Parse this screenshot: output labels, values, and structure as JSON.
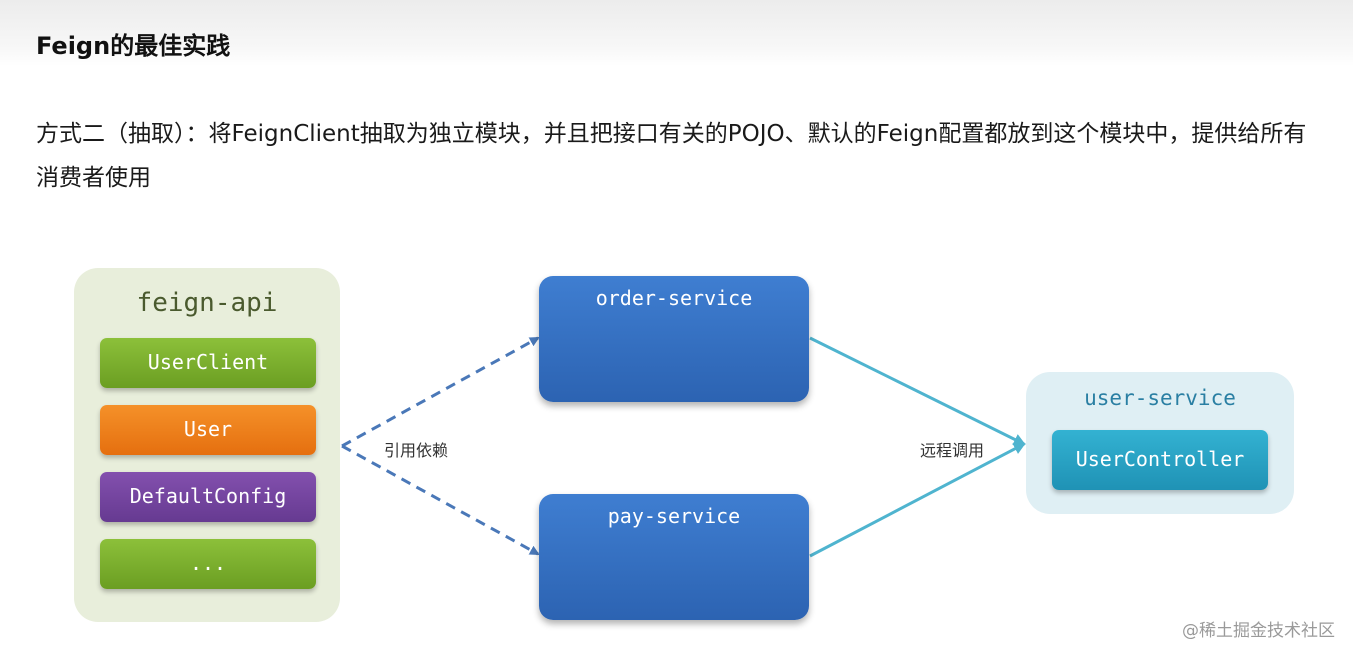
{
  "header": {
    "title": "Feign的最佳实践"
  },
  "description": {
    "text": "方式二（抽取）：将FeignClient抽取为独立模块，并且把接口有关的POJO、默认的Feign配置都放到这个模块中，提供给所有消费者使用"
  },
  "diagram": {
    "feign_api": {
      "title": "feign-api",
      "items": [
        {
          "label": "UserClient",
          "color": "#7bb02e"
        },
        {
          "label": "User",
          "color": "#ee7d1c"
        },
        {
          "label": "DefaultConfig",
          "color": "#7446a0"
        },
        {
          "label": "...",
          "color": "#7bb02e"
        }
      ]
    },
    "services": [
      {
        "label": "order-service"
      },
      {
        "label": "pay-service"
      }
    ],
    "user_service": {
      "title": "user-service",
      "controller": "UserController"
    },
    "edges": {
      "dependency_label": "引用依赖",
      "remote_call_label": "远程调用"
    },
    "colors": {
      "service_blue": "#3570c2",
      "dashed_arrow": "#4a78b8",
      "solid_arrow": "#4fb4cf"
    }
  },
  "watermark": {
    "text": "@稀土掘金技术社区"
  }
}
